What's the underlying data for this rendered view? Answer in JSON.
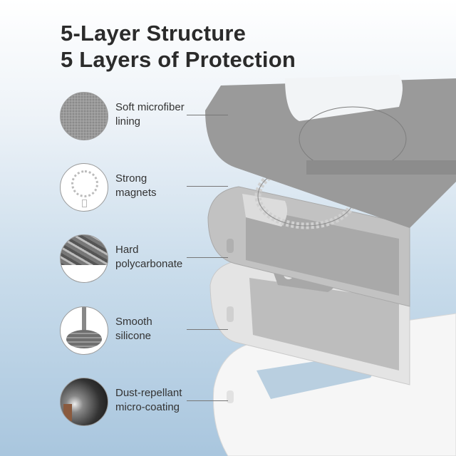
{
  "title": {
    "line1": "5-Layer Structure",
    "line2": "5 Layers of Protection"
  },
  "layers": [
    {
      "label_line1": "Soft microfiber",
      "label_line2": "lining",
      "icon": "microfiber-texture-icon"
    },
    {
      "label_line1": "Strong",
      "label_line2": "magnets",
      "icon": "magnet-ring-icon"
    },
    {
      "label_line1": "Hard",
      "label_line2": "polycarbonate",
      "icon": "polycarbonate-pellets-icon"
    },
    {
      "label_line1": "Smooth",
      "label_line2": "silicone",
      "icon": "silicone-swirl-icon"
    },
    {
      "label_line1": "Dust-repellant",
      "label_line2": "micro-coating",
      "icon": "spray-icon"
    }
  ],
  "colors": {
    "microfiber": "#8e8e8e",
    "case_grey": "#b8b8b8",
    "case_light": "#dcdcdc",
    "case_white": "#f7f7f7"
  }
}
